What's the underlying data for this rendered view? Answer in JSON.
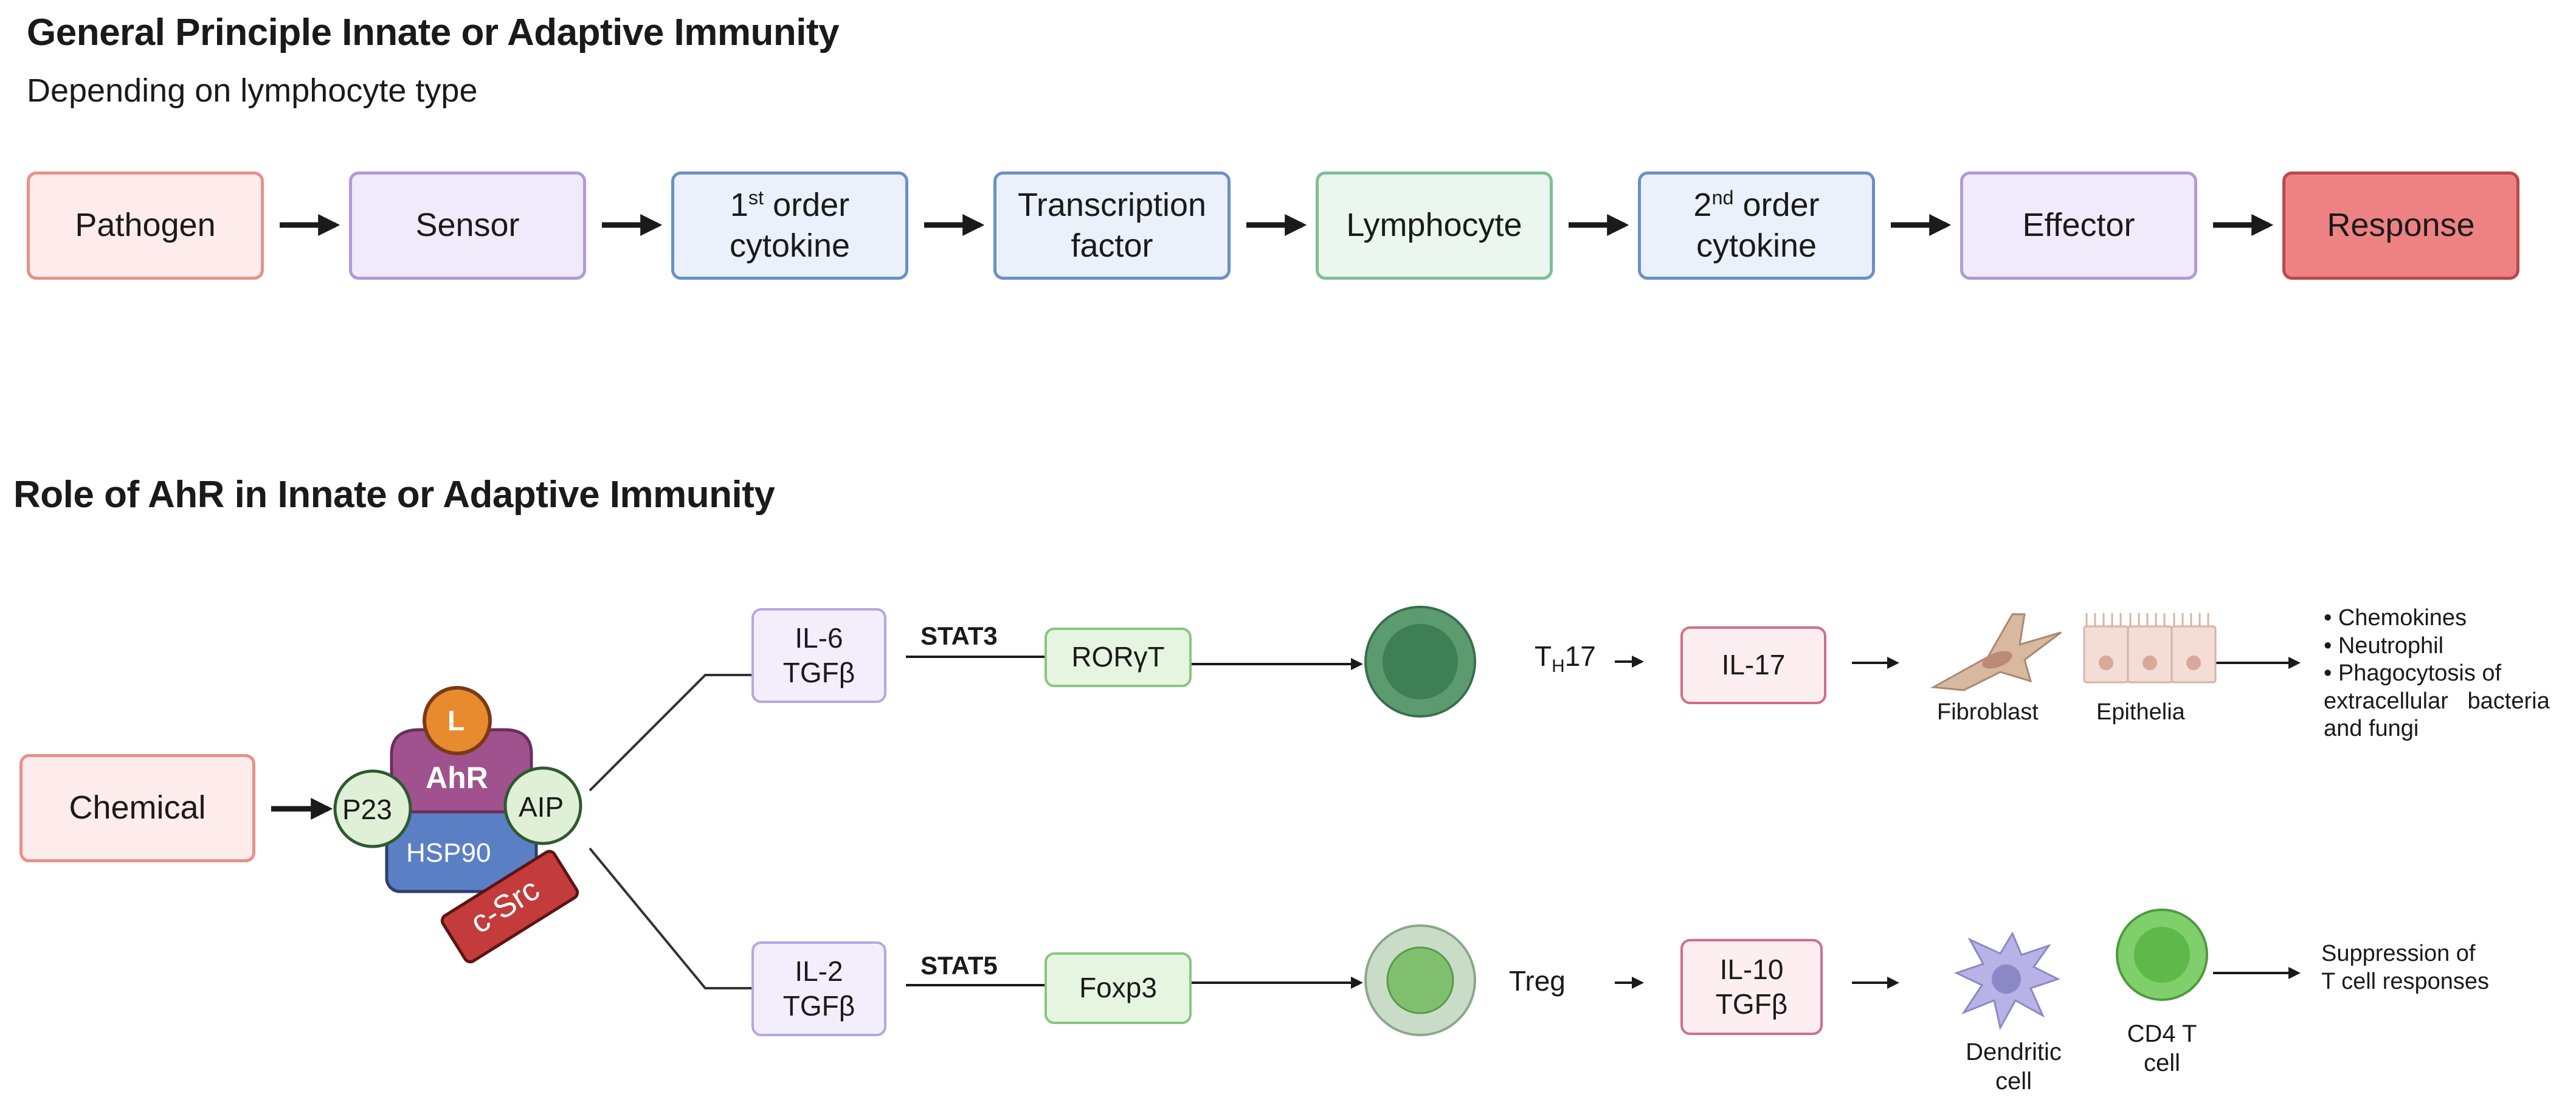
{
  "top": {
    "title": "General Principle Innate or Adaptive Immunity",
    "subtitle": "Depending on lymphocyte type",
    "steps": {
      "pathogen": "Pathogen",
      "sensor": "Sensor",
      "first_order_num": "1",
      "first_order_sup": "st",
      "first_order_rest": " order",
      "first_order_line2": "cytokine",
      "tf_line1": "Transcription",
      "tf_line2": "factor",
      "lymphocyte": "Lymphocyte",
      "second_order_num": "2",
      "second_order_sup": "nd",
      "second_order_rest": " order",
      "second_order_line2": "cytokine",
      "effector": "Effector",
      "response": "Response"
    }
  },
  "bottom": {
    "title": "Role of AhR in Innate or Adaptive Immunity",
    "chemical": "Chemical",
    "complex": {
      "ligand": "L",
      "ahr": "AhR",
      "p23": "P23",
      "aip": "AIP",
      "hsp90": "HSP90",
      "csrc": "c-Src"
    },
    "upper": {
      "cytokine_line1": "IL-6",
      "cytokine_line2": "TGFβ",
      "stat": "STAT3",
      "tf": "RORγT",
      "cell_main": "T",
      "cell_sub": "H",
      "cell_suffix": "17",
      "effector_cytokine": "IL-17",
      "target1": "Fibroblast",
      "target2": "Epithelia",
      "outcomes": [
        "• Chemokines",
        "• Neutrophil",
        "• Phagocytosis of",
        "extracellular   bacteria",
        "and fungi"
      ]
    },
    "lower": {
      "cytokine_line1": "IL-2",
      "cytokine_line2": "TGFβ",
      "stat": "STAT5",
      "tf": "Foxp3",
      "cell": "Treg",
      "effector_line1": "IL-10",
      "effector_line2": "TGFβ",
      "target1_line1": "Dendritic",
      "target1_line2": "cell",
      "target2_line1": "CD4 T",
      "target2_line2": "cell",
      "outcome_line1": "Suppression of",
      "outcome_line2": "T cell responses"
    }
  },
  "colors": {
    "arrow": "#1a1a1a",
    "ahr": "#a0528f",
    "ligand": "#e88a2e",
    "hsp90": "#5b7fc4",
    "csrc": "#c43b3b",
    "th17_outer": "#5c9a70",
    "th17_inner": "#3f7f55",
    "treg_outer": "#c8dcc8",
    "treg_inner": "#7fbf6e"
  }
}
